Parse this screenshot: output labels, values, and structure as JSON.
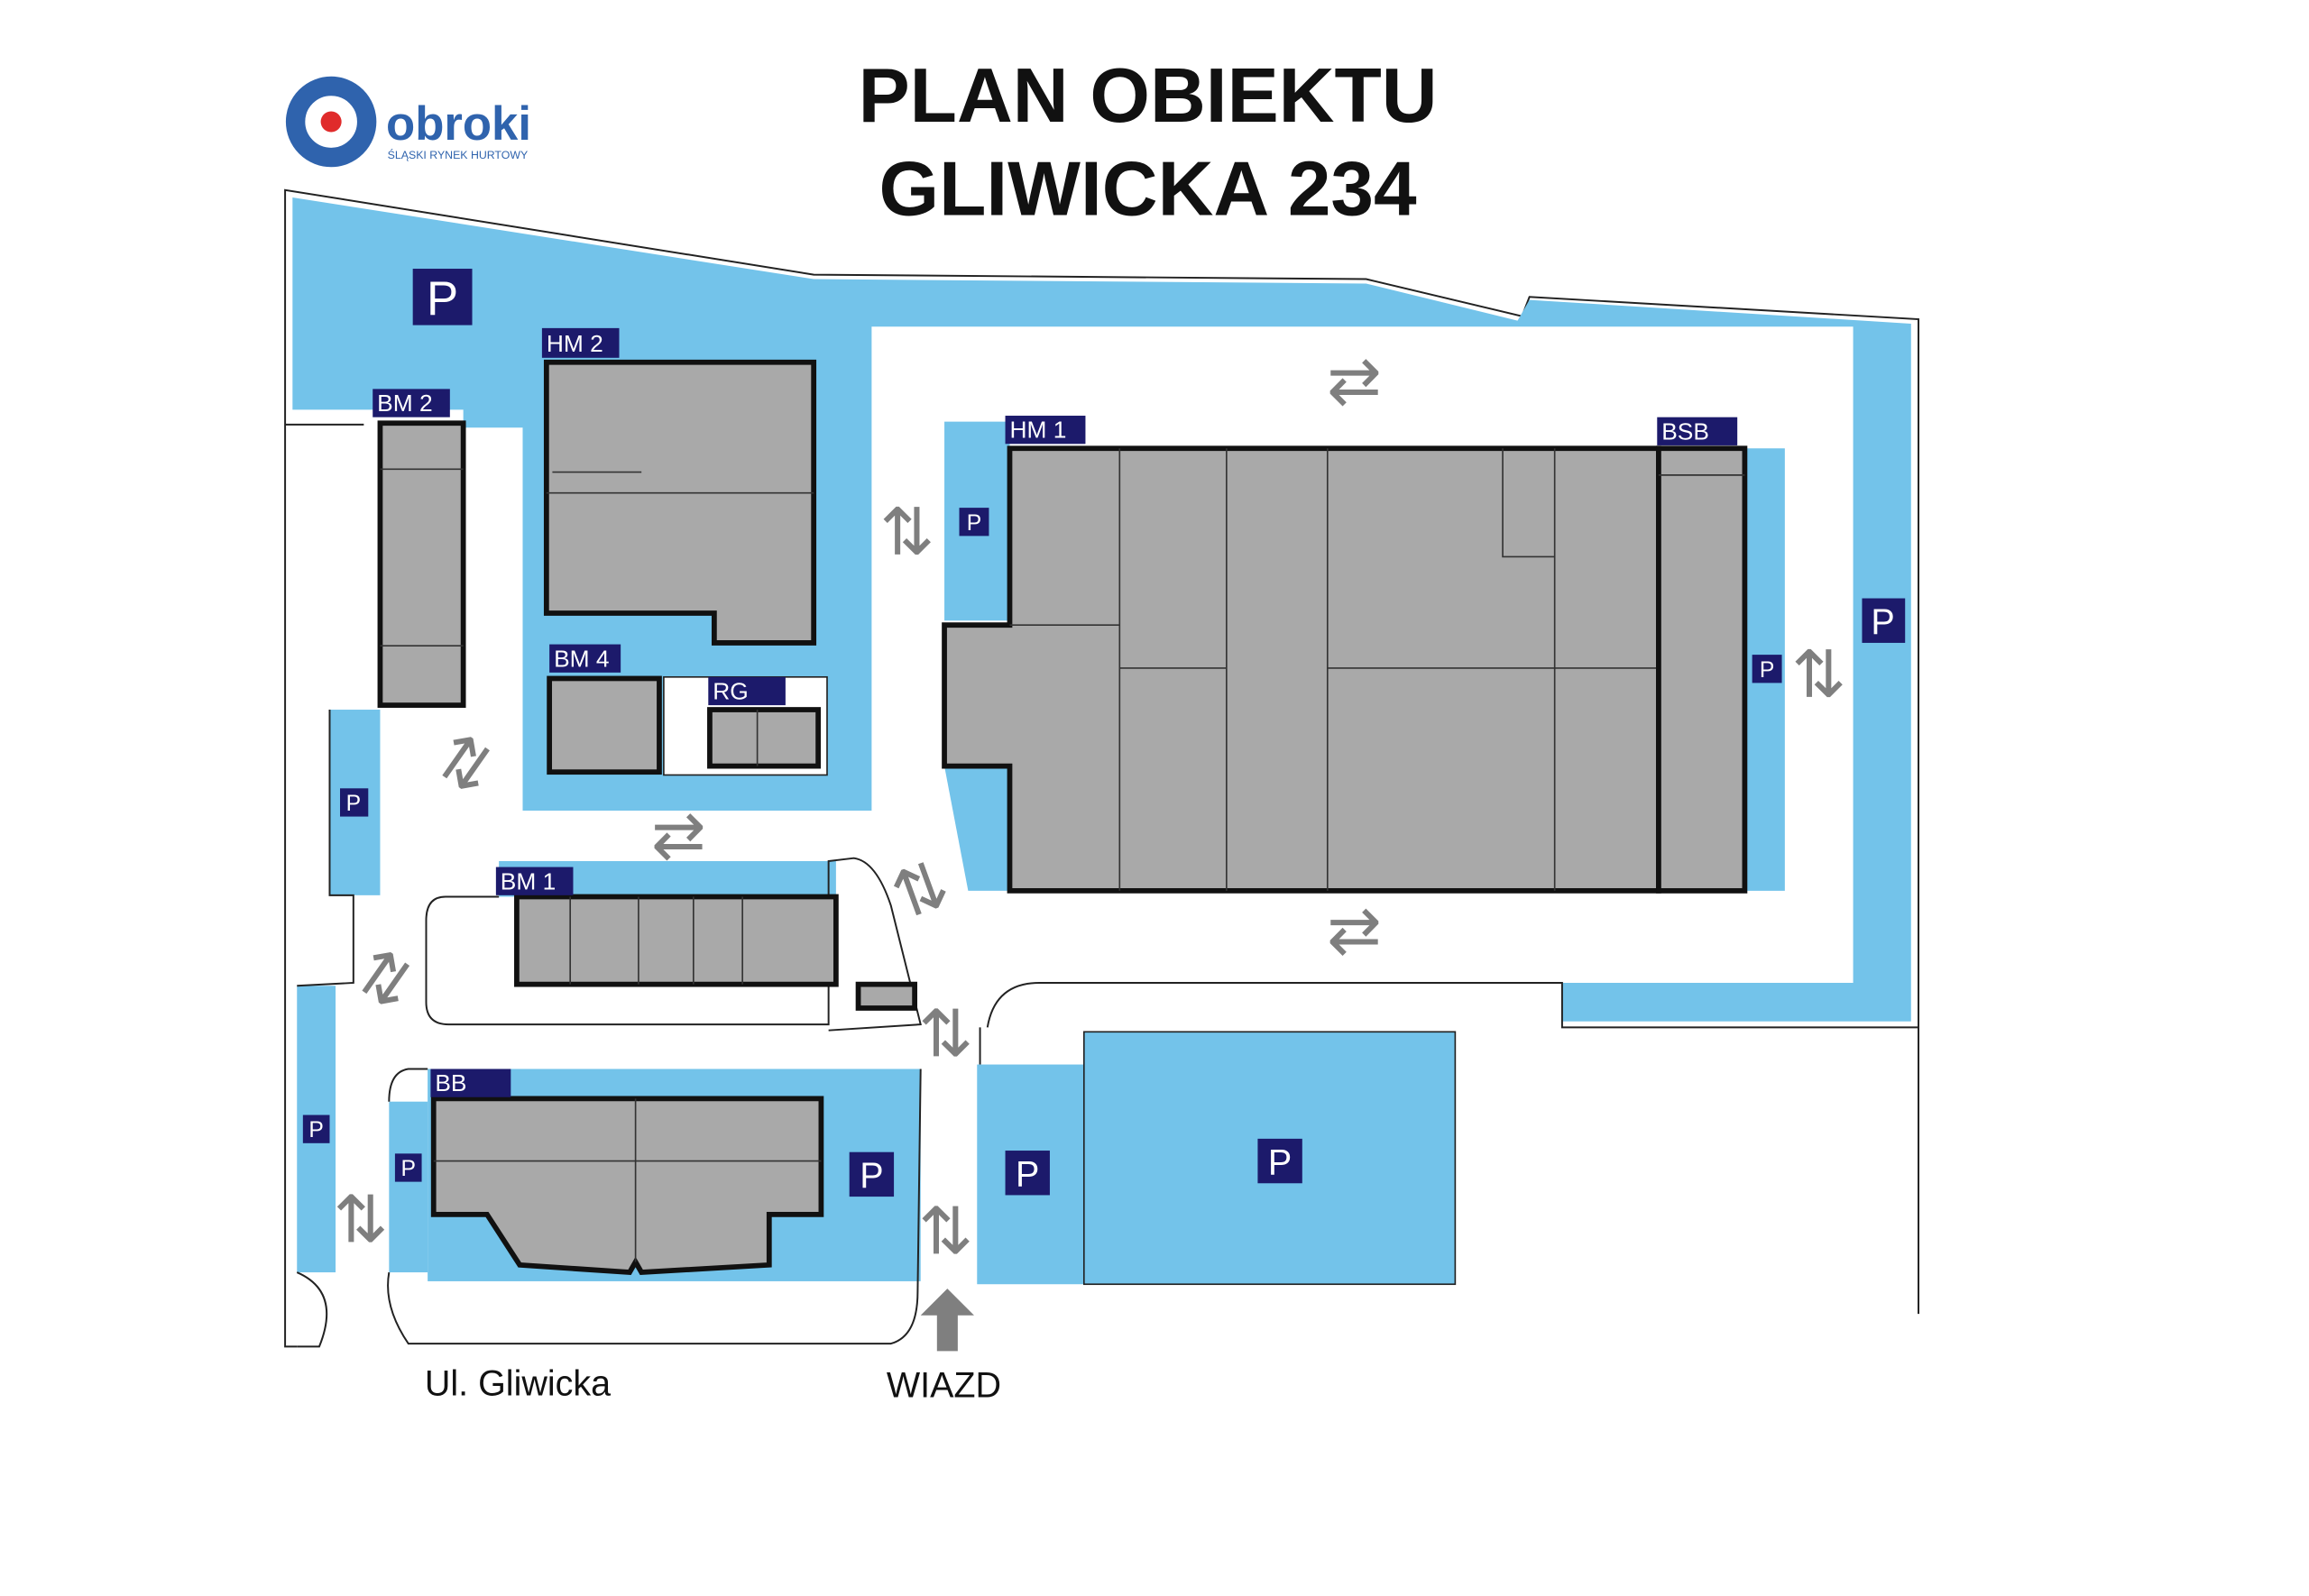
{
  "header": {
    "title_line1": "PLAN OBIEKTU",
    "title_line2": "GLIWICKA 234"
  },
  "logo": {
    "name": "obroki",
    "tagline": "ŚLĄSKI RYNEK HURTOWY"
  },
  "buildings": {
    "hm2": "HM 2",
    "bm2": "BM 2",
    "hm1": "HM 1",
    "bsb": "BSB",
    "bm4": "BM 4",
    "rg": "RG",
    "bm1": "BM 1",
    "bb": "BB"
  },
  "parking_label": "P",
  "street_label": "Ul. Gliwicka",
  "entrance_label": "WIAZD",
  "colors": {
    "parking_area": "#73c3ea",
    "building": "#a9a9a9",
    "label_bg": "#1c1a6b",
    "arrow": "#7f7f7f",
    "logo_blue": "#2f63ad",
    "logo_red": "#e02b2b"
  }
}
